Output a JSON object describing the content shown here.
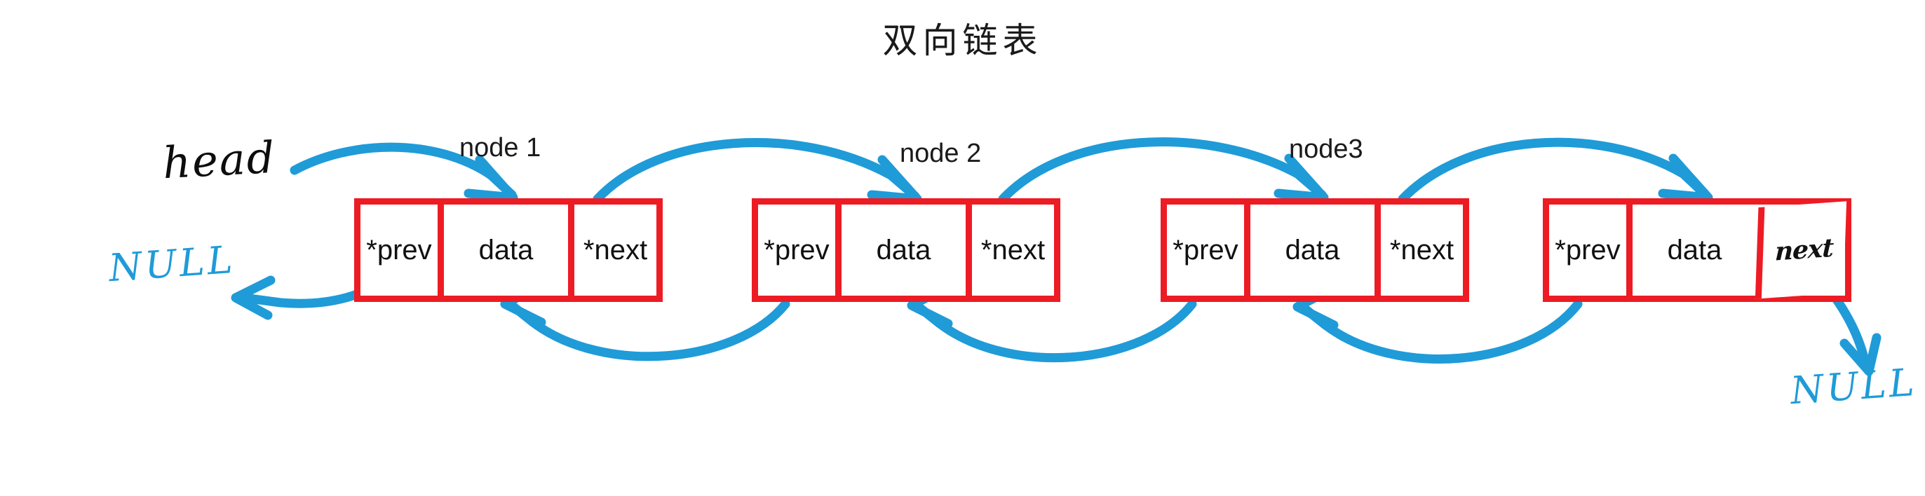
{
  "page": {
    "title": "双向链表",
    "title_translation_hint": "doubly linked list",
    "background_color": "#ffffff"
  },
  "colors": {
    "node_border": "#ed1c24",
    "arrow": "#1f9bd8",
    "handwriting_black": "#0d0d0d",
    "text": "#1a1a1a"
  },
  "diagram": {
    "type": "doubly-linked-list",
    "node_count": 4,
    "nodes": [
      {
        "label": "node 1",
        "cells": {
          "prev": "*prev",
          "data": "data",
          "next": "*next"
        },
        "next_is_handwritten": false
      },
      {
        "label": "node 2",
        "cells": {
          "prev": "*prev",
          "data": "data",
          "next": "*next"
        },
        "next_is_handwritten": false
      },
      {
        "label": "node3",
        "cells": {
          "prev": "*prev",
          "data": "data",
          "next": "*next"
        },
        "next_is_handwritten": false
      },
      {
        "label": "",
        "cells": {
          "prev": "*prev",
          "data": "data",
          "next": "next"
        },
        "next_is_handwritten": true
      }
    ],
    "annotations": {
      "head": "head",
      "null_left": "NULL",
      "null_right": "NULL"
    }
  }
}
